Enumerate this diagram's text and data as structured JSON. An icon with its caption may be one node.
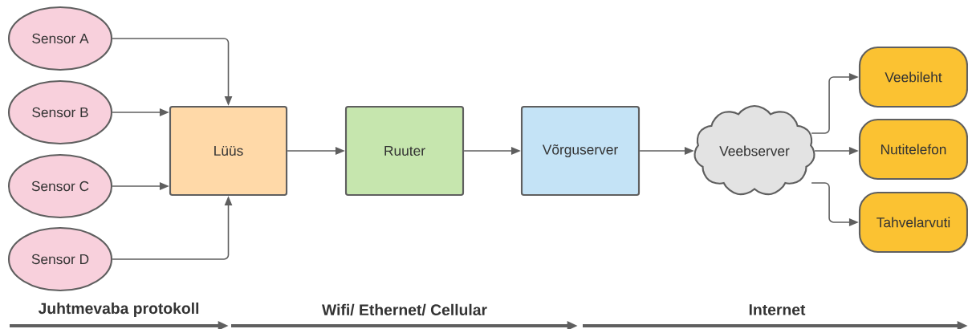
{
  "diagram": {
    "nodes": [
      {
        "text": [
          "Sensor A"
        ]
      },
      {
        "text": [
          "Sensor B"
        ]
      },
      {
        "text": [
          "Sensor C"
        ]
      },
      {
        "text": [
          "Sensor D"
        ]
      },
      {
        "text": [
          "Lüüs"
        ]
      },
      {
        "text": [
          "Ruuter"
        ]
      },
      {
        "text": [
          "Võrguserver"
        ]
      },
      {
        "text": [
          "Veebserver"
        ]
      },
      {
        "text": [
          "Veebileht"
        ]
      },
      {
        "text": [
          "Nutitelefon"
        ]
      },
      {
        "text": [
          "Tahvelarvuti"
        ]
      }
    ],
    "edges": [
      {
        "from": 0,
        "to": 4,
        "arrow": "to"
      },
      {
        "from": 1,
        "to": 4,
        "arrow": "to"
      },
      {
        "from": 2,
        "to": 4,
        "arrow": "to"
      },
      {
        "from": 3,
        "to": 4,
        "arrow": "to"
      },
      {
        "from": 4,
        "to": 5,
        "arrow": "to"
      },
      {
        "from": 5,
        "to": 6,
        "arrow": "to"
      },
      {
        "from": 6,
        "to": 7,
        "arrow": "to"
      },
      {
        "from": 7,
        "to": 8,
        "arrow": "to"
      },
      {
        "from": 7,
        "to": 9,
        "arrow": "to"
      },
      {
        "from": 7,
        "to": 10,
        "arrow": "to"
      }
    ],
    "labels": [
      "Juhtmevaba protokoll",
      "Wifi/ Ethernet/ Cellular",
      "Internet"
    ]
  }
}
